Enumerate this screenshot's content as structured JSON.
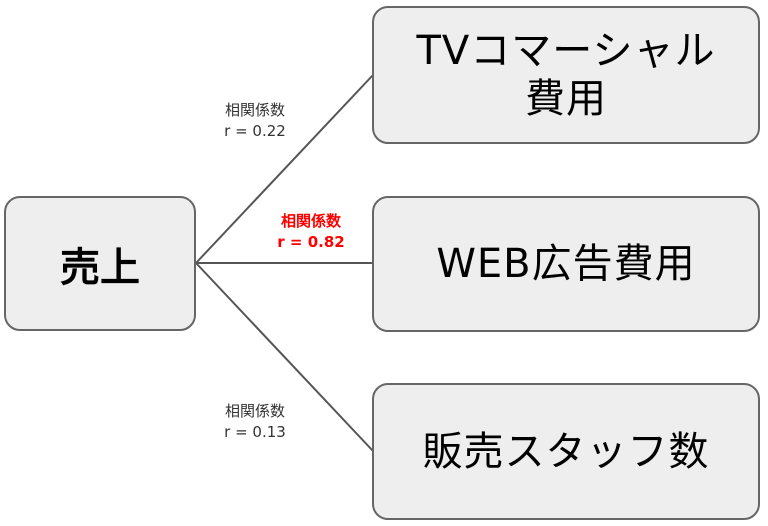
{
  "source_node": {
    "label": "売上"
  },
  "targets": [
    {
      "id": "tv",
      "label_line1": "TVコマーシャル",
      "label_line2": "費用",
      "corr_title": "相関係数",
      "corr_text": "r = 0.22",
      "r": 0.22,
      "highlight": false
    },
    {
      "id": "web",
      "label_line1": "WEB広告費用",
      "corr_title": "相関係数",
      "corr_text": "r = 0.82",
      "r": 0.82,
      "highlight": true
    },
    {
      "id": "staff",
      "label_line1": "販売スタッフ数",
      "corr_title": "相関係数",
      "corr_text": "r = 0.13",
      "r": 0.13,
      "highlight": false
    }
  ],
  "colors": {
    "highlight": "#ff0000",
    "box_fill": "#eeeeee",
    "box_border": "#666666",
    "line": "#555555"
  }
}
